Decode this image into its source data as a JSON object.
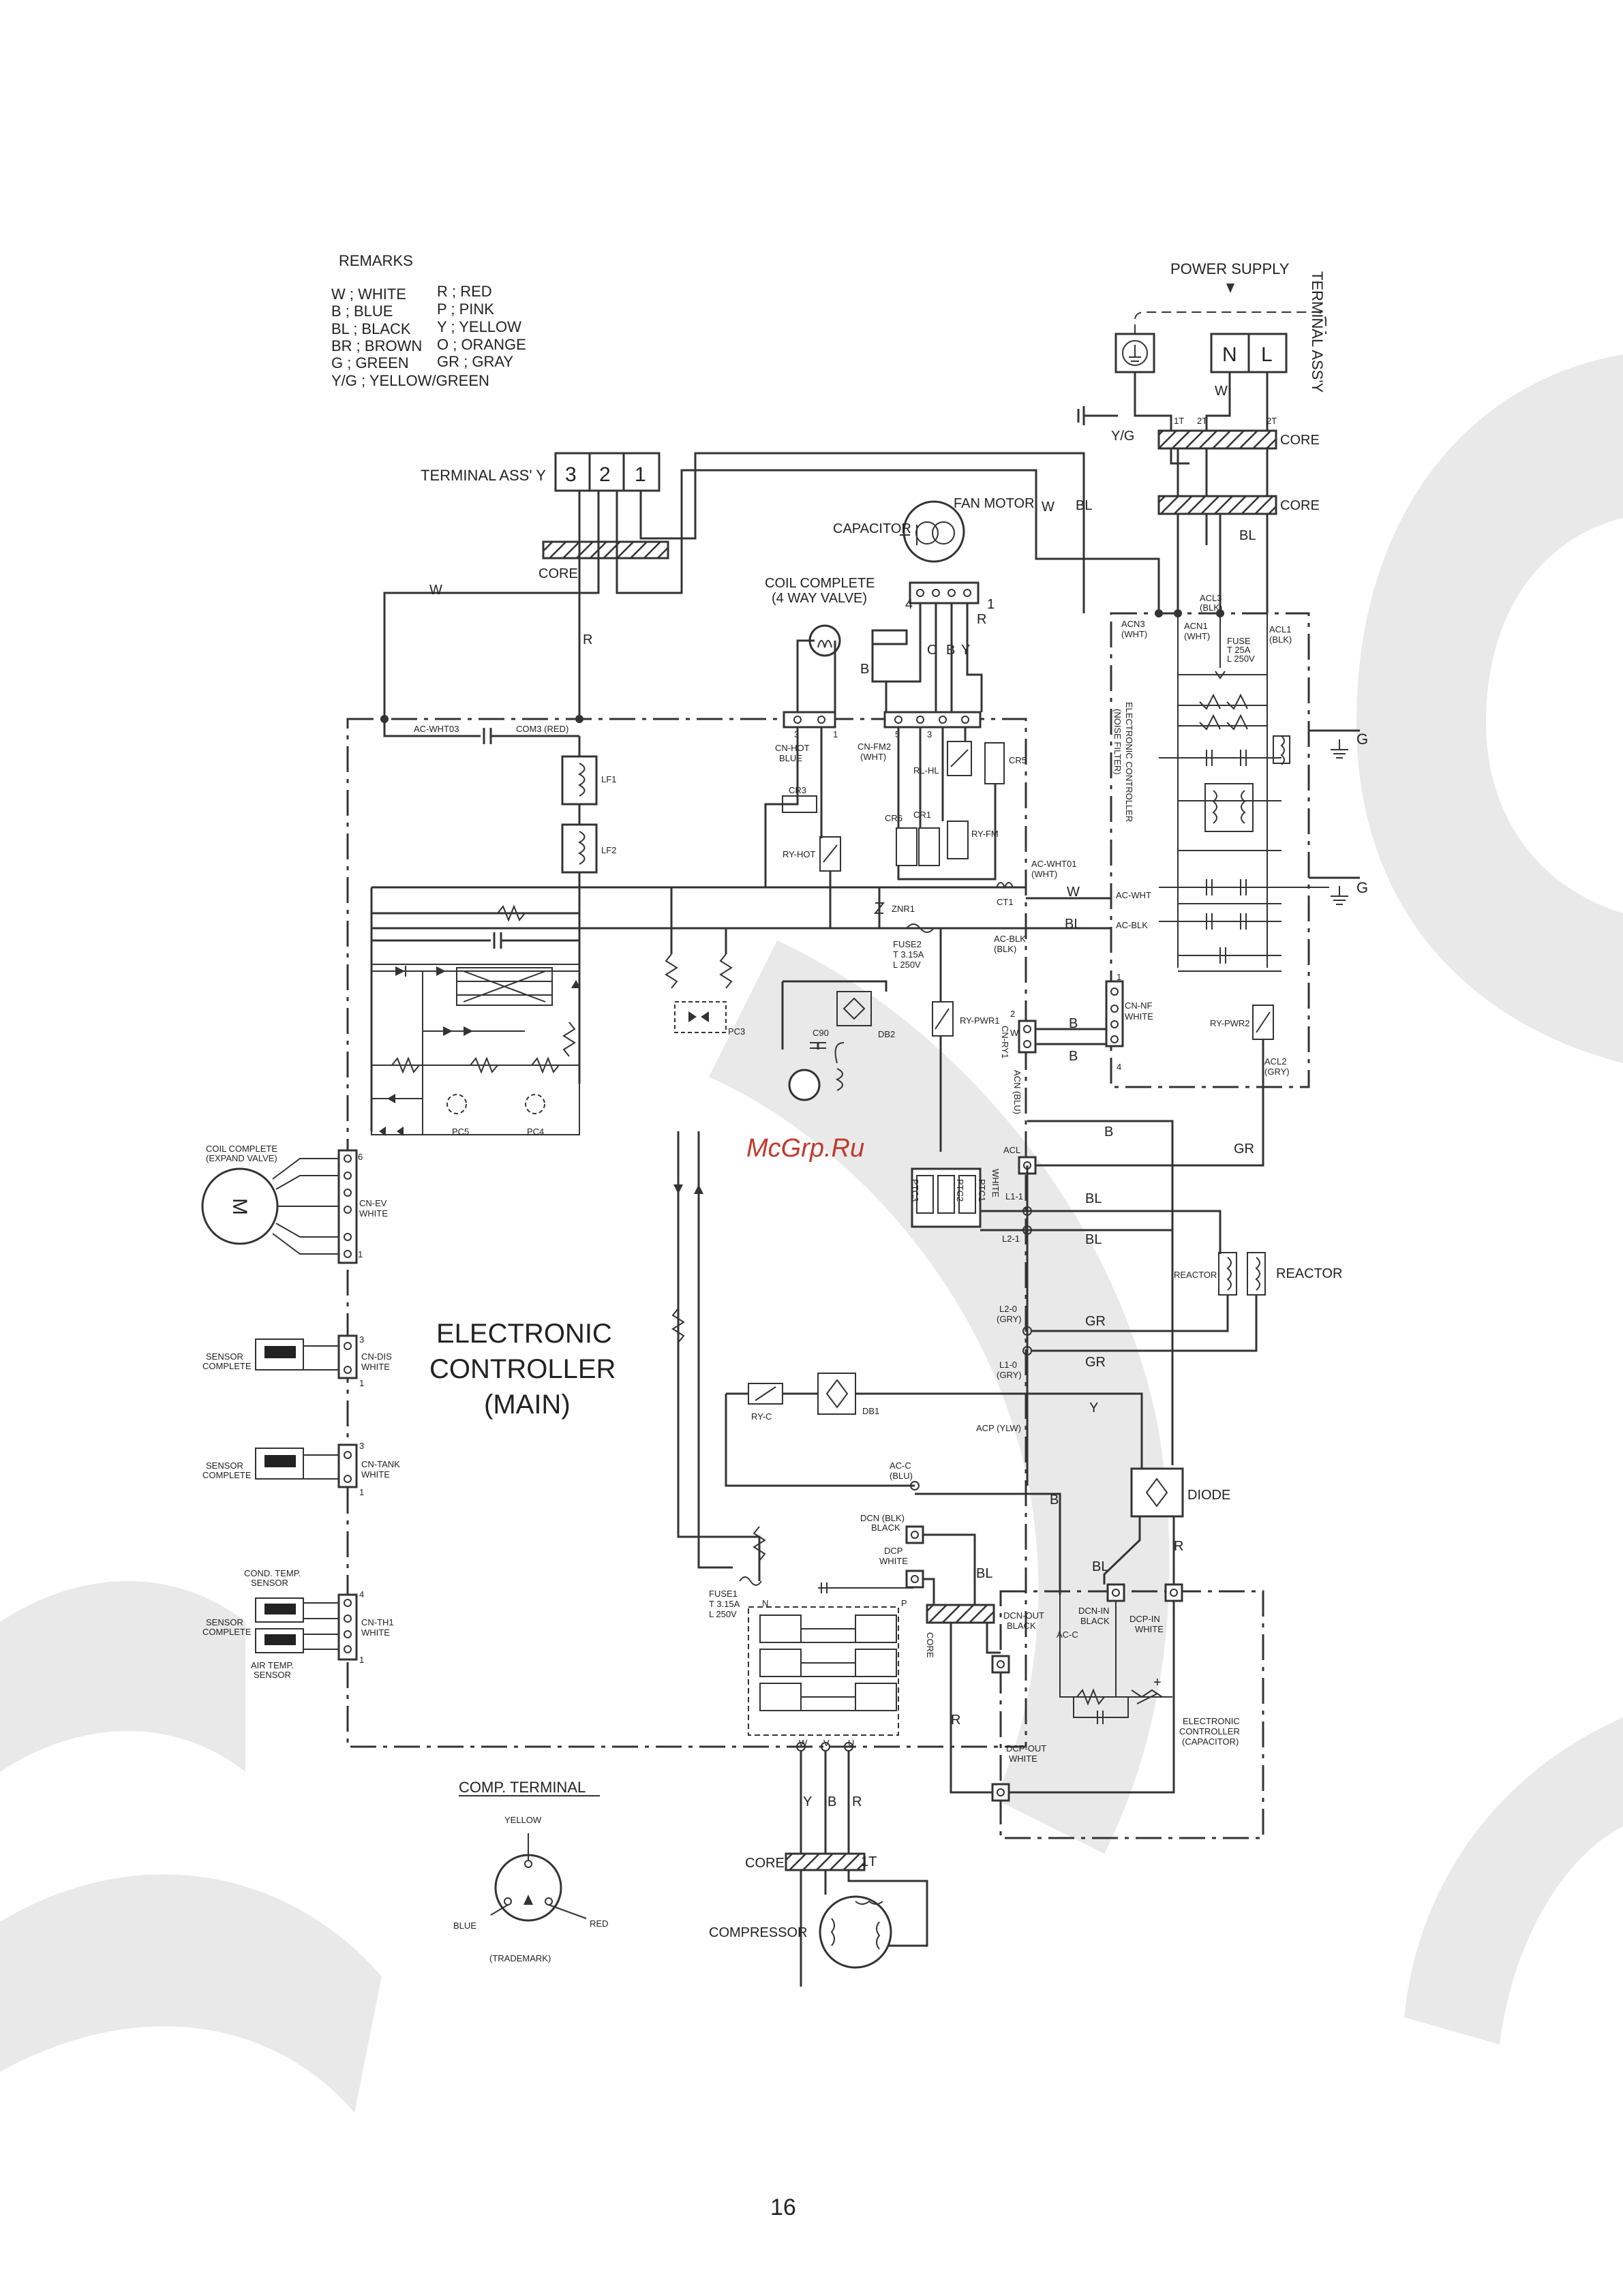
{
  "remarks": {
    "title": "REMARKS",
    "left": [
      "W ; WHITE",
      "B ; BLUE",
      "BL ; BLACK",
      "BR ; BROWN",
      "G ; GREEN",
      "Y/G ; YELLOW/GREEN"
    ],
    "right": [
      "R ; RED",
      "P ; PINK",
      "Y ; YELLOW",
      "O ; ORANGE",
      "GR ; GRAY"
    ]
  },
  "power": {
    "supply": "POWER SUPPLY",
    "terminal": "TERMINAL ASS'Y",
    "n": "N",
    "l": "L",
    "yg": "Y/G",
    "w": "W",
    "t1": "1T",
    "t2": "2T",
    "t2b": "2T",
    "core1": "CORE",
    "core2": "CORE",
    "bl": "BL",
    "bl2": "BL",
    "w2": "W"
  },
  "terminal": {
    "label": "TERMINAL ASS' Y",
    "t3": "3",
    "t2": "2",
    "t1": "1",
    "core": "CORE",
    "w": "W",
    "r": "R"
  },
  "top": {
    "fan_motor": "FAN MOTOR",
    "capacitor": "CAPACITOR",
    "coil": "COIL COMPLETE",
    "coil2": "(4 WAY VALVE)",
    "n4": "4",
    "n1": "1",
    "r": "R",
    "o": "O",
    "b": "B",
    "y": "Y",
    "b2": "B"
  },
  "main": {
    "ac_wht03": "AC-WHT03",
    "com3": "COM3 (RED)",
    "lf1": "LF1",
    "lf2": "LF2",
    "cn_hot": "CN-HOT",
    "blue": "BLUE",
    "cn_fm2": "CN-FM2",
    "wht": "(WHT)",
    "n3": "3",
    "n1": "1",
    "n5": "5",
    "n3b": "3",
    "cr3": "CR3",
    "ry_hot": "RY-HOT",
    "rl_hl": "RL-HL",
    "cr5": "CR5",
    "cr6": "CR6",
    "cr1": "CR1",
    "ry_fm": "RY-FM",
    "ac_wht01": "AC-WHT01",
    "ac_wht01b": "(WHT)",
    "ct1": "CT1",
    "znr1": "ZNR1",
    "fuse2": "FUSE2",
    "fuse2b": "T  3.15A",
    "fuse2c": "L  250V",
    "ac_blk": "AC-BLK",
    "ac_blkb": "(BLK)",
    "pc3": "PC3",
    "pc5": "PC5",
    "pc4": "PC4",
    "c90": "C90",
    "db2": "DB2",
    "ry_pwr1": "RY-PWR1",
    "cn_ry1": "CN-RY1",
    "acn_blu": "ACN (BLU)",
    "ptc3": "PTC3",
    "ptc2": "PTC2",
    "ptc1": "PTC1",
    "white": "WHITE",
    "acl": "ACL",
    "l1_1": "L1-1",
    "l2_1": "L2-1",
    "l2_0": "L2-0",
    "l2_0b": "(GRY)",
    "l1_0": "L1-0",
    "l1_0b": "(GRY)",
    "ry_c": "RY-C",
    "db1": "DB1",
    "acp": "ACP (YLW)",
    "ac_c": "AC-C",
    "ac_cb": "(BLU)",
    "dcn": "DCN (BLK)",
    "dcnb": "BLACK",
    "dcp": "DCP",
    "dcpb": "WHITE",
    "fuse1": "FUSE1",
    "fuse1b": "T  3.15A",
    "fuse1c": "L  250V",
    "n": "N",
    "p": "P",
    "w": "W",
    "v": "V",
    "u": "U",
    "title1": "ELECTRONIC",
    "title2": "CONTROLLER",
    "title3": "(MAIN)"
  },
  "left": {
    "coil_ev": "COIL COMPLETE",
    "coil_ev2": "(EXPAND VALVE)",
    "m": "M",
    "cn_ev": "CN-EV",
    "cn_evb": "WHITE",
    "n6": "6",
    "n1": "1",
    "sensor": "SENSOR",
    "complete": "COMPLETE",
    "cn_dis": "CN-DIS",
    "cn_disb": "WHITE",
    "n3": "3",
    "n1b": "1",
    "cn_tank": "CN-TANK",
    "cn_tankb": "WHITE",
    "n3b": "3",
    "n1c": "1",
    "cond": "COND. TEMP.",
    "cond2": "SENSOR",
    "air": "AIR TEMP.",
    "air2": "SENSOR",
    "cn_th1": "CN-TH1",
    "cn_th1b": "WHITE",
    "n4": "4",
    "n1d": "1"
  },
  "noise": {
    "acn3": "ACN3",
    "acn3b": "(WHT)",
    "acn1": "ACN1",
    "acn1b": "(WHT)",
    "acl3": "ACL3",
    "acl3b": "(BLK)",
    "acl1": "ACL1",
    "acl1b": "(BLK)",
    "fuse": "FUSE",
    "fuseb": "T  25A",
    "fusec": "L  250V",
    "title": "ELECTRONIC CONTROLLER",
    "title2": "(NOISE FILTER)",
    "ac_wht": "AC-WHT",
    "ac_blk": "AC-BLK",
    "cn_nf": "CN-NF",
    "cn_nfb": "WHITE",
    "n1": "1",
    "n4": "4",
    "ry_pwr2": "RY-PWR2",
    "acl2": "ACL2",
    "acl2b": "(GRY)",
    "g": "G",
    "g2": "G",
    "w": "W",
    "bl": "BL",
    "b": "B",
    "b2": "B",
    "n2": "2",
    "w2": "W"
  },
  "right": {
    "b": "B",
    "gr": "GR",
    "bl": "BL",
    "bl2": "BL",
    "reactor": "REACTOR",
    "reactor2": "REACTOR",
    "gr2": "GR",
    "gr3": "GR",
    "y": "Y",
    "diode": "DIODE",
    "b2": "B",
    "r": "R",
    "bl3": "BL",
    "bl4": "BL",
    "core": "CORE",
    "dcn_out": "DCN-OUT",
    "dcn_outb": "BLACK",
    "dcn_in": "DCN-IN",
    "dcn_inb": "BLACK",
    "dcp_in": "DCP-IN",
    "dcp_inb": "WHITE",
    "ac_c": "AC-C",
    "r2": "R",
    "cap1": "ELECTRONIC",
    "cap2": "CONTROLLER",
    "cap3": "(CAPACITOR)",
    "dcp_out": "DCP-OUT",
    "dcp_outb": "WHITE"
  },
  "compressor": {
    "terminal": "COMP. TERMINAL",
    "yellow": "YELLOW",
    "blue": "BLUE",
    "red": "RED",
    "trademark": "(TRADEMARK)",
    "y": "Y",
    "b": "B",
    "r": "R",
    "core": "CORE",
    "t1": "1T",
    "label": "COMPRESSOR"
  },
  "watermark": "McGrp.Ru",
  "page_number": "16"
}
